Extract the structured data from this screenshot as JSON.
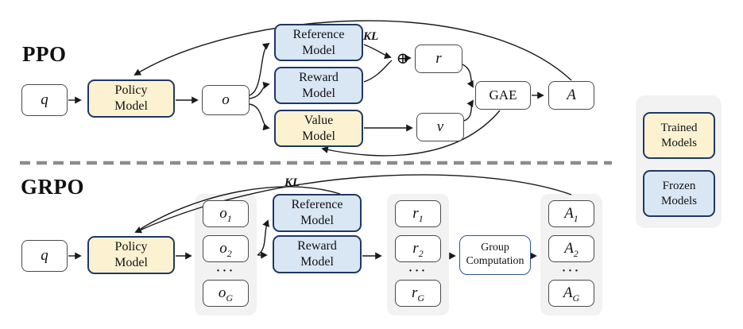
{
  "colors": {
    "trained_fill": "#FCF2D2",
    "frozen_fill": "#D9E6F4",
    "model_border": "#1F3864",
    "group_border": "#2F5496",
    "plain_border": "#4a4a4a",
    "container_fill": "#F2F2F2",
    "divider": "#8C8C8C",
    "arrow": "#1a1a1a"
  },
  "ppo": {
    "title": "PPO",
    "q": "q",
    "policy": {
      "line1": "Policy",
      "line2": "Model"
    },
    "o": "o",
    "reference": {
      "line1": "Reference",
      "line2": "Model"
    },
    "reward": {
      "line1": "Reward",
      "line2": "Model"
    },
    "value": {
      "line1": "Value",
      "line2": "Model"
    },
    "kl": "KL",
    "oplus": "⊕",
    "r": "r",
    "v": "v",
    "gae": "GAE",
    "advantage": "A"
  },
  "grpo": {
    "title": "GRPO",
    "q": "q",
    "policy": {
      "line1": "Policy",
      "line2": "Model"
    },
    "reference": {
      "line1": "Reference",
      "line2": "Model"
    },
    "reward": {
      "line1": "Reward",
      "line2": "Model"
    },
    "kl": "KL",
    "group": {
      "line1": "Group",
      "line2": "Computation"
    },
    "dots": "···",
    "outputs": [
      {
        "base": "o",
        "sub": "1"
      },
      {
        "base": "o",
        "sub": "2"
      },
      {
        "base": "o",
        "sub": "G"
      }
    ],
    "rewards": [
      {
        "base": "r",
        "sub": "1"
      },
      {
        "base": "r",
        "sub": "2"
      },
      {
        "base": "r",
        "sub": "G"
      }
    ],
    "advantages": [
      {
        "base": "A",
        "sub": "1"
      },
      {
        "base": "A",
        "sub": "2"
      },
      {
        "base": "A",
        "sub": "G"
      }
    ]
  },
  "legend": {
    "trained": {
      "line1": "Trained",
      "line2": "Models"
    },
    "frozen": {
      "line1": "Frozen",
      "line2": "Models"
    }
  }
}
